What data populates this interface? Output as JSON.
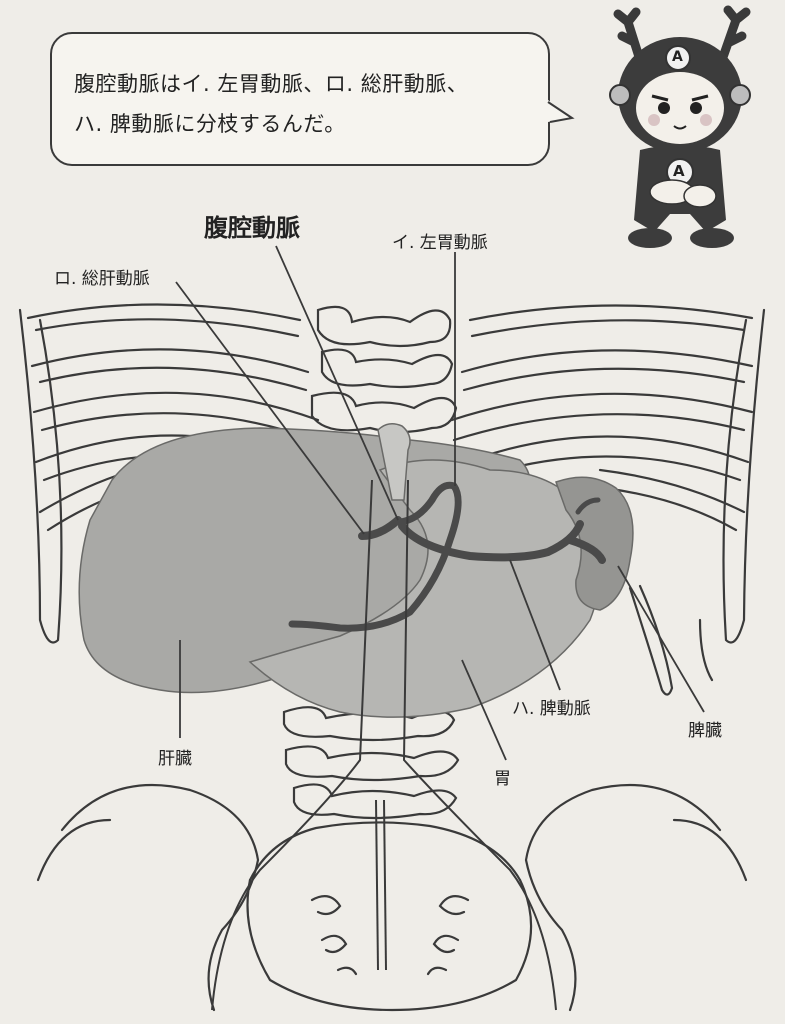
{
  "speech_bubble": {
    "line1": "腹腔動脈はイ. 左胃動脈、ロ. 総肝動脈、",
    "line2": "ハ. 脾動脈に分枝するんだ。"
  },
  "mascot": {
    "helmet_letter": "A",
    "chest_letter": "A"
  },
  "labels": {
    "celiac_artery": "腹腔動脈",
    "left_gastric_artery": "イ. 左胃動脈",
    "common_hepatic_artery": "ロ. 総肝動脈",
    "splenic_artery": "ハ. 脾動脈",
    "liver": "肝臓",
    "stomach": "胃",
    "spleen": "脾臓"
  },
  "colors": {
    "organ_fill": "#a9a9a6",
    "artery": "#4a4a4a",
    "line": "#3a3a3a",
    "background": "#efede8"
  }
}
